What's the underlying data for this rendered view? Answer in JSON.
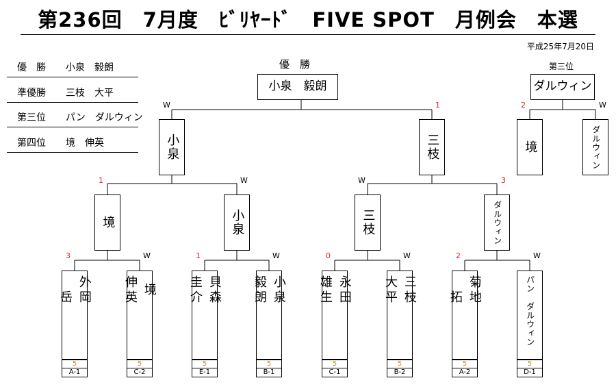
{
  "title": "第236回　7月度　ﾋﾞﾘﾔｰﾄﾞ　FIVE SPOT　月例会　本選",
  "date": "平成25年7月20日",
  "results": [
    {
      "label": "優　勝",
      "name": "小泉　毅朗"
    },
    {
      "label": "準優勝",
      "name": "三枝　大平"
    },
    {
      "label": "第三位",
      "name": "パン　ダルウィン"
    },
    {
      "label": "第四位",
      "name": "境　伸英"
    }
  ],
  "final": {
    "heading": "優　勝",
    "winner": "小泉　毅朗",
    "left_mark": "W",
    "right_mark": "1"
  },
  "semi": {
    "left": {
      "name": "小泉",
      "left_mark": "1",
      "right_mark": "W"
    },
    "right": {
      "name": "三枝",
      "left_mark": "W",
      "right_mark": "3"
    }
  },
  "quarter": [
    {
      "name": "境",
      "left_mark": "3",
      "right_mark": "W"
    },
    {
      "name": "小泉",
      "left_mark": "1",
      "right_mark": "W"
    },
    {
      "name": "三枝",
      "left_mark": "0",
      "right_mark": "W"
    },
    {
      "name": "ダルウィン",
      "left_mark": "2",
      "right_mark": "W"
    }
  ],
  "players": [
    {
      "name": "外岡\n　岳",
      "score": "5",
      "code": "A-1"
    },
    {
      "name": "境\n伸英",
      "score": "5",
      "code": "C-2"
    },
    {
      "name": "貝森\n圭介",
      "score": "5",
      "code": "E-1"
    },
    {
      "name": "小泉\n毅朗",
      "score": "5",
      "code": "B-1"
    },
    {
      "name": "永田\n雄生",
      "score": "5",
      "code": "C-1"
    },
    {
      "name": "三枝\n大平",
      "score": "5",
      "code": "B-2"
    },
    {
      "name": "菊地\n　拓",
      "score": "5",
      "code": "A-2"
    },
    {
      "name": "パン　ダルウィン",
      "score": "5",
      "code": "D-1"
    }
  ],
  "third_place": {
    "heading": "第三位",
    "winner": "ダルウィン",
    "left_name": "境",
    "right_name": "ダルウィン",
    "left_mark": "2",
    "right_mark": "W"
  },
  "colors": {
    "score": "#e08a2a",
    "loser_mark": "#e02020",
    "line": "#000000"
  }
}
